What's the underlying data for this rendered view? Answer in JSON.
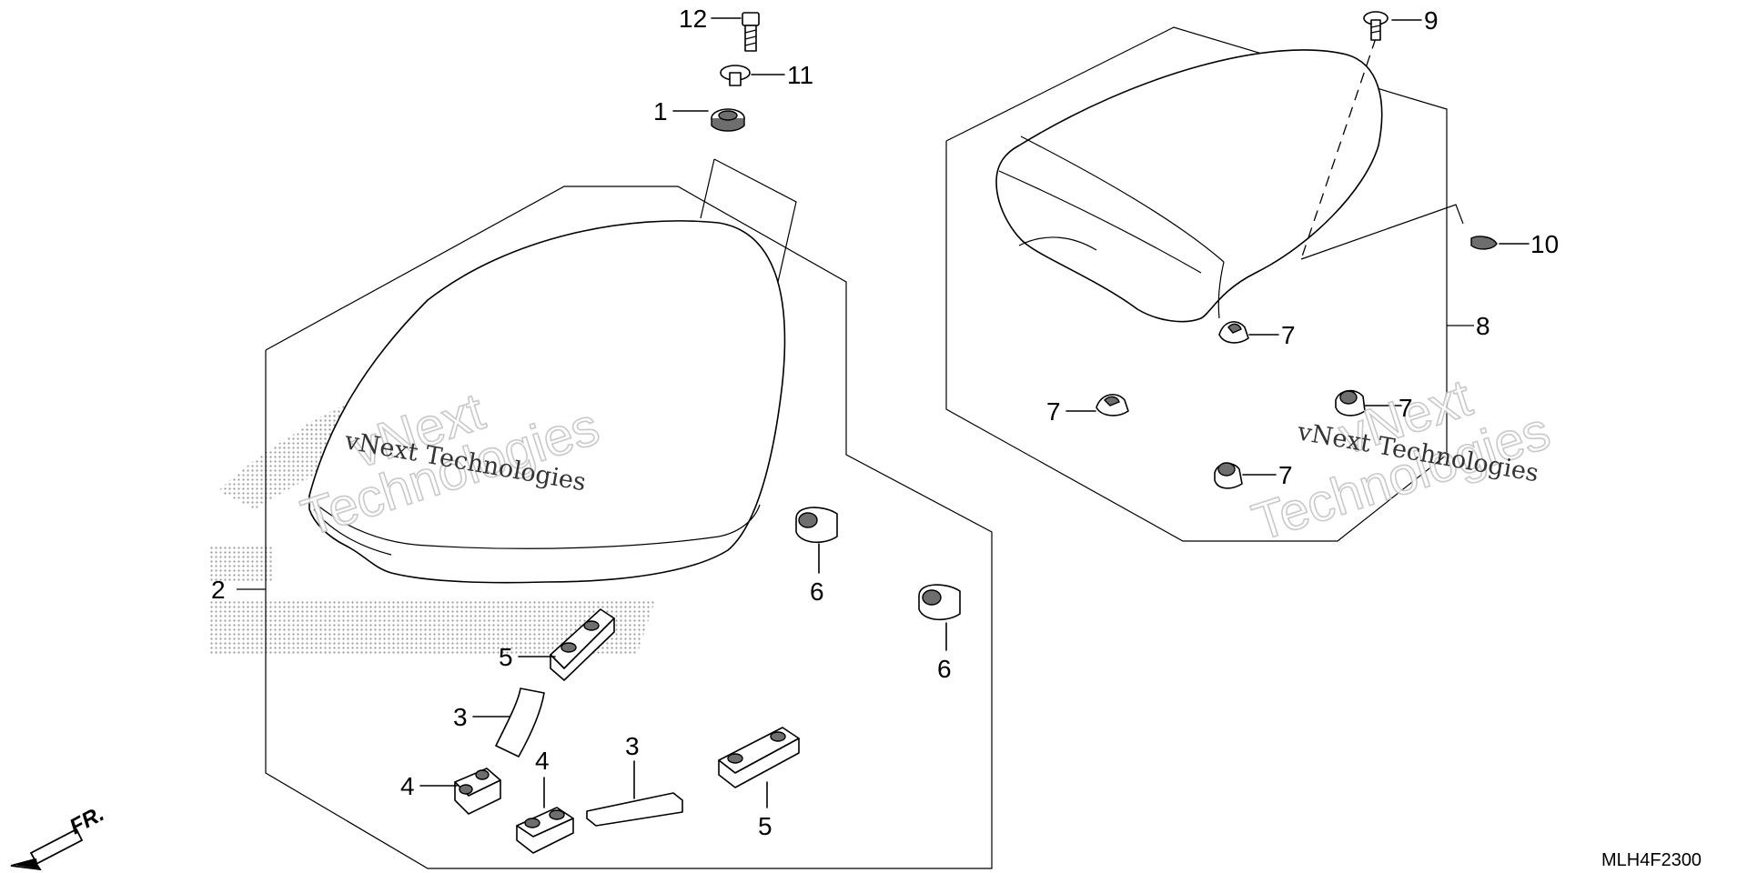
{
  "callouts": {
    "c1": "1",
    "c2": "2",
    "c3a": "3",
    "c3b": "3",
    "c4a": "4",
    "c4b": "4",
    "c5a": "5",
    "c5b": "5",
    "c6a": "6",
    "c6b": "6",
    "c7a": "7",
    "c7b": "7",
    "c7c": "7",
    "c7d": "7",
    "c8": "8",
    "c9": "9",
    "c10": "10",
    "c11": "11",
    "c12": "12"
  },
  "direction_label": "FR.",
  "drawing_code": "MLH4F2300",
  "watermark": {
    "line1": "vNext Technologies",
    "word1": "vNext",
    "word2": "Technologies"
  },
  "colors": {
    "line": "#000000",
    "background": "#ffffff",
    "watermark_logo": "#b0b0b0"
  }
}
